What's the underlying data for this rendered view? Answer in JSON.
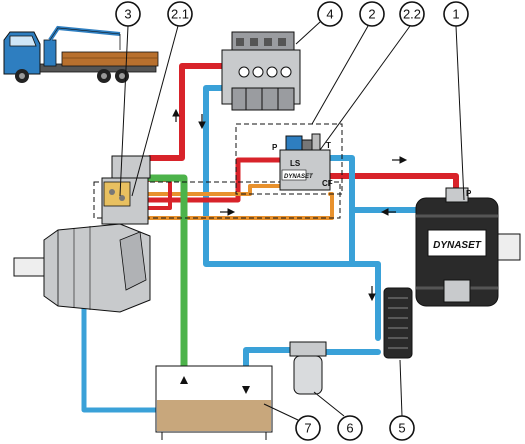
{
  "colors": {
    "pressure_line": "#d8232a",
    "return_line": "#3aa1d8",
    "suction_line": "#4cb34a",
    "load_sense_line": "#e8912d",
    "outline": "#111111",
    "oil": "#c8a77c",
    "machine_grey": "#c8cacc"
  },
  "callouts": {
    "n1": "1",
    "n2": "2",
    "n2_1": "2.1",
    "n2_2": "2.2",
    "n3": "3",
    "n4": "4",
    "n5": "5",
    "n6": "6",
    "n7": "7"
  },
  "valve_ports": {
    "p": "P",
    "t": "T",
    "ls": "LS",
    "cf": "CF"
  },
  "generator": {
    "brand": "DYNASET",
    "port": "P"
  },
  "valve_block": {
    "brand": "DYNASET"
  },
  "icons": [
    "truck-crane-icon",
    "flow-arrow-icon"
  ]
}
